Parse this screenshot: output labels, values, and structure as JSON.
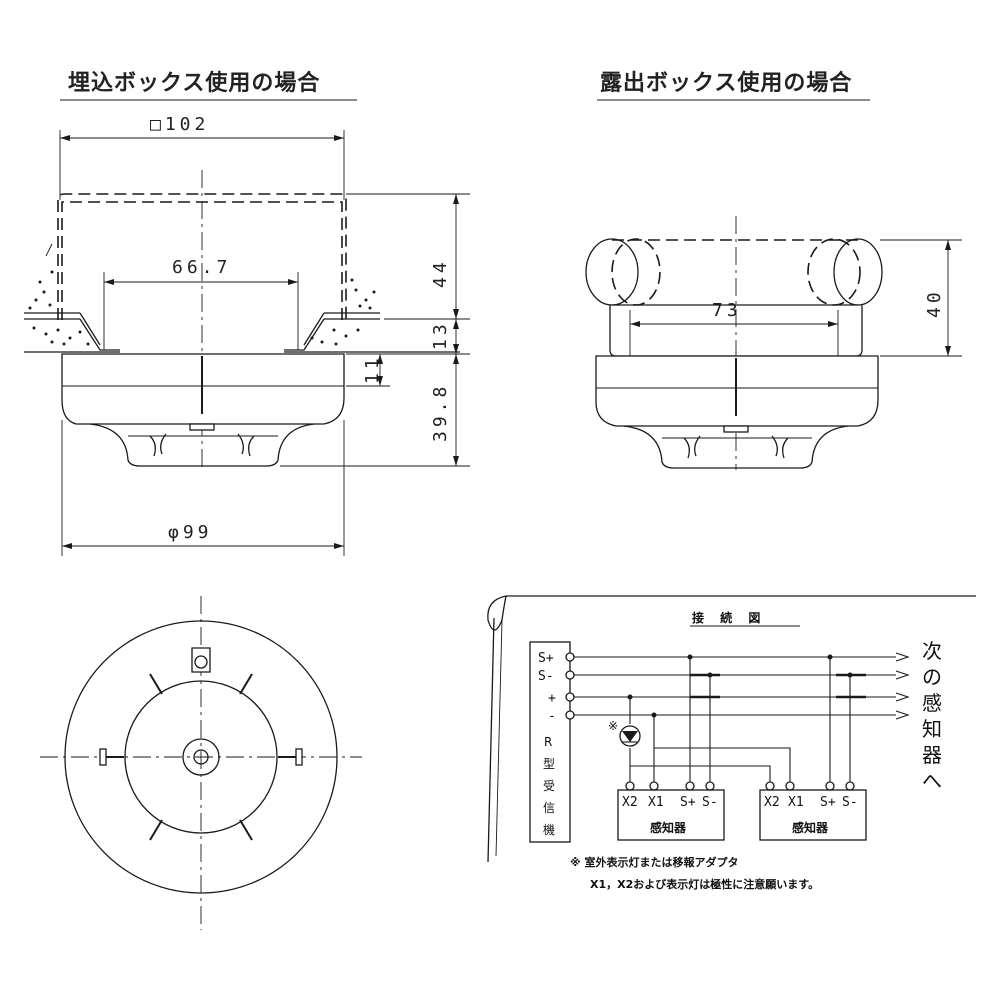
{
  "titles": {
    "flush_mount": "埋込ボックス使用の場合",
    "surface_mount": "露出ボックス使用の場合",
    "wiring": "接 続 図"
  },
  "dimensions": {
    "box_width": "□102",
    "inner_width": "66.7",
    "depth_44": "44",
    "depth_13": "13",
    "depth_11": "11",
    "height_398": "39.8",
    "diameter": "φ99",
    "surface_width": "73",
    "surface_height": "40"
  },
  "wiring": {
    "receiver_label": "R型受信機",
    "receiver_terminals": [
      "S+",
      "S-",
      "+",
      "-"
    ],
    "next_detector_label": "次の感知器へ",
    "detector_label": "感知器",
    "detector_terminals": [
      "X2",
      "X1",
      "S+",
      "S-"
    ],
    "indicator_mark": "※",
    "note_line1": "※ 室外表示灯または移報アダプタ",
    "note_line2": "X1，X2および表示灯は極性に注意願います。"
  }
}
